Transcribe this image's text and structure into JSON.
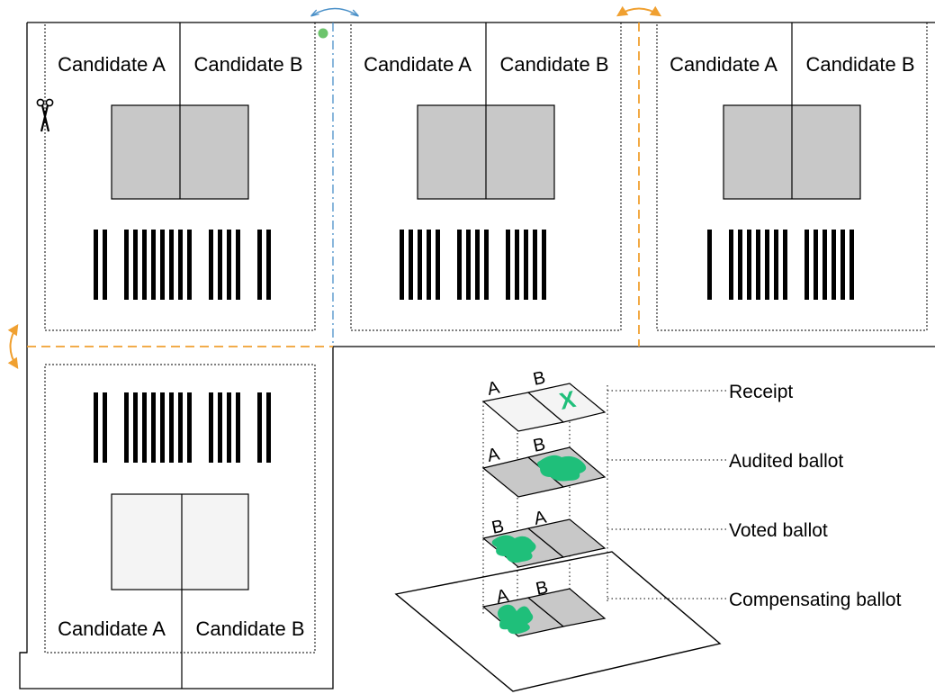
{
  "ballots": {
    "top_left": {
      "candidate_a": "Candidate A",
      "candidate_b": "Candidate B"
    },
    "top_middle": {
      "candidate_a": "Candidate A",
      "candidate_b": "Candidate B"
    },
    "top_right": {
      "candidate_a": "Candidate A",
      "candidate_b": "Candidate B"
    },
    "bottom_left": {
      "candidate_a": "Candidate A",
      "candidate_b": "Candidate B"
    }
  },
  "layers": {
    "receipt": {
      "label": "Receipt",
      "left_letter": "A",
      "right_letter": "B",
      "mark": "X"
    },
    "audited": {
      "label": "Audited ballot",
      "left_letter": "A",
      "right_letter": "B"
    },
    "voted": {
      "label": "Voted ballot",
      "left_letter": "B",
      "right_letter": "A"
    },
    "compensating": {
      "label": "Compensating ballot",
      "left_letter": "A",
      "right_letter": "B"
    }
  },
  "icons": {
    "scissors": "scissors-icon",
    "fold_arrow": "double-arrow-icon",
    "pin": "pin-dot-icon"
  },
  "colors": {
    "orange": "#f0a030",
    "blue": "#4a90c8",
    "green": "#1fbf7a",
    "pin_green": "#6cc46c",
    "gray": "#c8c8c8",
    "light": "#f4f4f4"
  }
}
